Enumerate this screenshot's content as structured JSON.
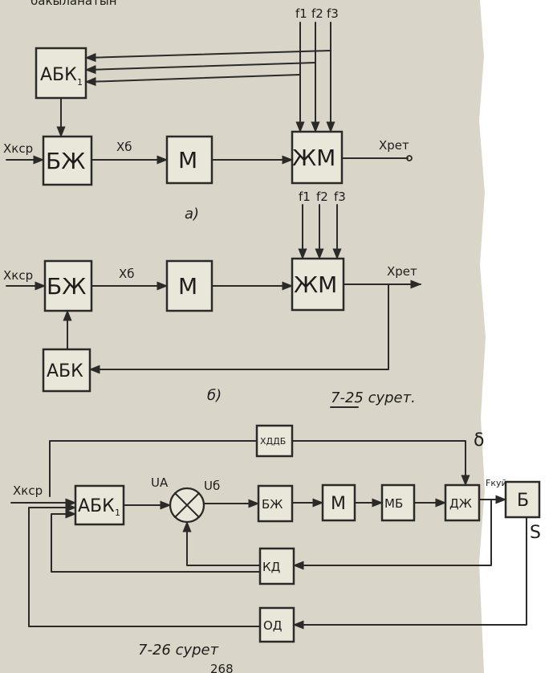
{
  "top_text": "бакыланатын",
  "fig_a": {
    "blocks": {
      "abk": "АБК",
      "abk_sub": "1",
      "bzh": "БЖ",
      "m": "М",
      "zhm": "ЖМ"
    },
    "signals": {
      "x_ksr": "Xкср",
      "x_b": "Xб",
      "x_ret": "Xрет",
      "f1": "f1",
      "f2": "f2",
      "f3": "f3"
    },
    "label": "а)"
  },
  "fig_b": {
    "blocks": {
      "bzh": "БЖ",
      "m": "М",
      "zhm": "ЖМ",
      "abk": "АБК"
    },
    "signals": {
      "x_ksr": "Xкср",
      "x_b": "Xб",
      "x_ret": "Xрет",
      "f1": "f1",
      "f2": "f2",
      "f3": "f3"
    },
    "label": "б)",
    "caption": "7-25 сурет."
  },
  "fig_726": {
    "blocks": {
      "top": "ХДДБ",
      "abk": "АБК",
      "abk_sub": "1",
      "bzh": "БЖ",
      "m": "М",
      "mb": "МБ",
      "dzh": "ДЖ",
      "b": "Б",
      "kd": "КД",
      "od": "ОД"
    },
    "signals": {
      "x_ksr": "Xкср",
      "u_a": "UA",
      "u_b": "Uб",
      "f_kuy": "Fкуй",
      "delta": "δ",
      "s": "S"
    },
    "caption": "7-26 сурет",
    "page_number": "268"
  }
}
